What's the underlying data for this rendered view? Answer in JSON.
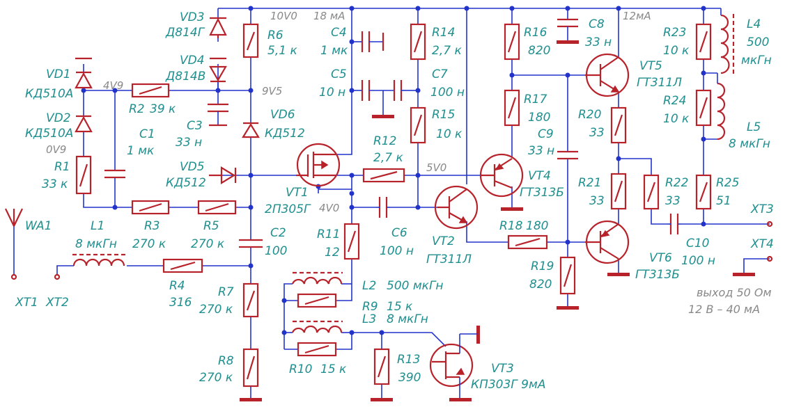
{
  "components": {
    "VD3": {
      "ref": "VD3",
      "type": "Д814Г"
    },
    "VD4": {
      "ref": "VD4",
      "type": "Д814В"
    },
    "VD1": {
      "ref": "VD1",
      "type": "КД510А"
    },
    "VD2": {
      "ref": "VD2",
      "type": "КД510А"
    },
    "VD5": {
      "ref": "VD5",
      "type": "КД512"
    },
    "VD6": {
      "ref": "VD6",
      "type": "КД512"
    },
    "R1": {
      "ref": "R1",
      "value": "33 к"
    },
    "R2": {
      "ref": "R2",
      "value": "39 к"
    },
    "R3": {
      "ref": "R3",
      "value": "270 к"
    },
    "R4": {
      "ref": "R4",
      "value": "316"
    },
    "R5": {
      "ref": "R5",
      "value": "270 к"
    },
    "R6": {
      "ref": "R6",
      "value": "5,1 к"
    },
    "R7": {
      "ref": "R7",
      "value": "270 к"
    },
    "R8": {
      "ref": "R8",
      "value": "270 к"
    },
    "R9": {
      "ref": "R9",
      "value": "15 к"
    },
    "R10": {
      "ref": "R10",
      "value": "15 к"
    },
    "R11": {
      "ref": "R11",
      "value": "12"
    },
    "R12": {
      "ref": "R12",
      "value": "2,7 к"
    },
    "R13": {
      "ref": "R13",
      "value": "390"
    },
    "R14": {
      "ref": "R14",
      "value": "2,7 к"
    },
    "R15": {
      "ref": "R15",
      "value": "10 к"
    },
    "R16": {
      "ref": "R16",
      "value": "820"
    },
    "R17": {
      "ref": "R17",
      "value": "180"
    },
    "R18": {
      "ref": "R18",
      "value": "180"
    },
    "R19": {
      "ref": "R19",
      "value": "820"
    },
    "R20": {
      "ref": "R20",
      "value": "33"
    },
    "R21": {
      "ref": "R21",
      "value": "33"
    },
    "R22": {
      "ref": "R22",
      "value": "33"
    },
    "R23": {
      "ref": "R23",
      "value": "10 к"
    },
    "R24": {
      "ref": "R24",
      "value": "10 к"
    },
    "R25": {
      "ref": "R25",
      "value": "51"
    },
    "C1": {
      "ref": "C1",
      "value": "1 мк"
    },
    "C2": {
      "ref": "C2",
      "value": "100"
    },
    "C3": {
      "ref": "C3",
      "value": "33 н"
    },
    "C4": {
      "ref": "C4",
      "value": "1 мк"
    },
    "C5": {
      "ref": "C5",
      "value": "10 н"
    },
    "C6": {
      "ref": "C6",
      "value": "100 н"
    },
    "C7": {
      "ref": "C7",
      "value": "100 н"
    },
    "C8": {
      "ref": "C8",
      "value": "33 н"
    },
    "C9": {
      "ref": "C9",
      "value": "33 н"
    },
    "C10": {
      "ref": "C10",
      "value": "100 н"
    },
    "L1": {
      "ref": "L1",
      "value": "8 мкГн"
    },
    "L2": {
      "ref": "L2",
      "value": "500 мкГн"
    },
    "L3": {
      "ref": "L3",
      "value": "8 мкГн"
    },
    "L4": {
      "ref": "L4",
      "value": "500",
      "unit": "мкГн"
    },
    "L5": {
      "ref": "L5",
      "value": "8 мкГн"
    },
    "VT1": {
      "ref": "VT1",
      "type": "2П305Г"
    },
    "VT2": {
      "ref": "VT2",
      "type": "ГТ311Л"
    },
    "VT3": {
      "ref": "VT3",
      "type": "КП303Г 9мА"
    },
    "VT4": {
      "ref": "VT4",
      "type": "ГТ313Б"
    },
    "VT5": {
      "ref": "VT5",
      "type": "ГТ311Л"
    },
    "VT6": {
      "ref": "VT6",
      "type": "ГТ313Б"
    },
    "WA1": {
      "ref": "WA1"
    },
    "XT1": {
      "ref": "XT1"
    },
    "XT2": {
      "ref": "XT2"
    },
    "XT3": {
      "ref": "XT3"
    },
    "XT4": {
      "ref": "XT4"
    }
  },
  "voltages": {
    "v10": "10V0",
    "i18": "18 мА",
    "v4_9": "4V9",
    "v9_5": "9V5",
    "v0_9": "0V9",
    "v5": "5V0",
    "v4": "4V0",
    "i12": "12мА"
  },
  "notes": {
    "line1": "выход 50 Ом",
    "line2": "12 В – 40 мА"
  },
  "colors": {
    "wire": "#2233cc",
    "component": "#b8232b",
    "label": "#1f8f8f",
    "annotation": "#888888"
  }
}
